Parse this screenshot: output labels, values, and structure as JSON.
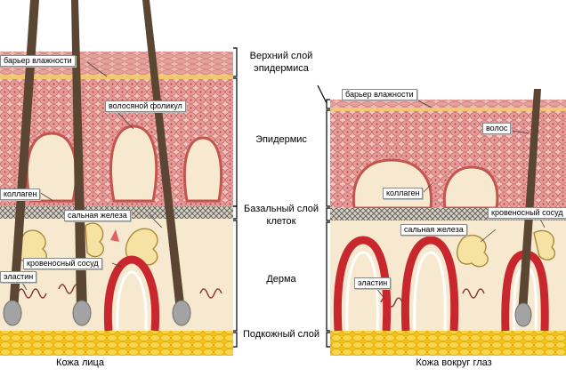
{
  "left_panel": {
    "caption": "Кожа лица",
    "labels": {
      "moisture_barrier": "барьер влажности",
      "hair_follicle": "волосяной фоликул",
      "collagen": "коллаген",
      "sebaceous_gland": "сальная железа",
      "blood_vessel": "кровеносный сосуд",
      "elastin": "эластин"
    }
  },
  "right_panel": {
    "caption": "Кожа вокруг глаз",
    "labels": {
      "moisture_barrier": "барьер влажности",
      "hair": "волос",
      "collagen": "коллаген",
      "blood_vessel": "кровеносный сосуд",
      "sebaceous_gland": "сальная железа",
      "elastin": "эластин"
    }
  },
  "layers": {
    "upper_epidermis": "Верхний слой эпидермиса",
    "epidermis": "Эпидермис",
    "basal": "Базальный слой клеток",
    "dermis": "Дерма",
    "subcutaneous": "Подкожный слой"
  },
  "colors": {
    "epidermis_cell": "#e89a98",
    "cell_outline": "#b4524f",
    "dermis": "#f7e9cf",
    "fat": "#f3c21a",
    "vessel": "#c8272d",
    "hair": "#5a4632",
    "gland": "#f6e3a3"
  }
}
